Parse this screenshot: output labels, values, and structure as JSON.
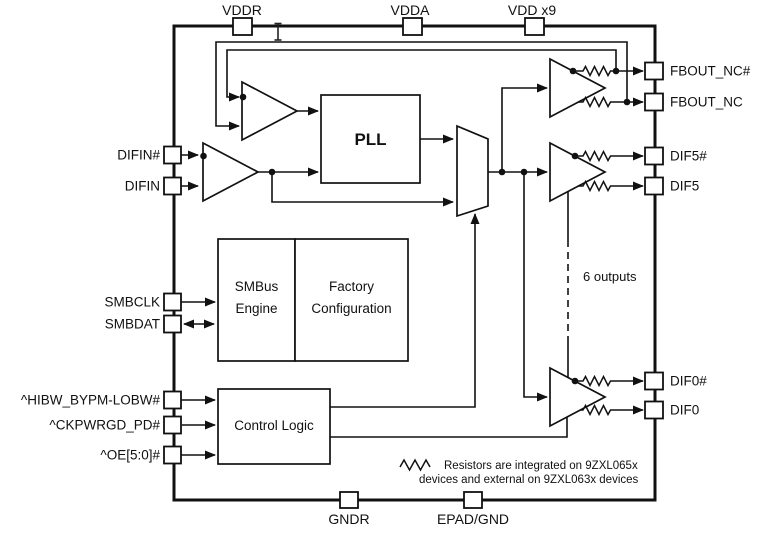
{
  "diagram": {
    "kind": "ic-block-diagram",
    "colors": {
      "ink": "#111111",
      "background": "#ffffff"
    },
    "pins": {
      "top": [
        {
          "label": "VDDR"
        },
        {
          "label": "VDDA"
        },
        {
          "label": "VDD x9"
        }
      ],
      "bottom": [
        {
          "label": "GNDR"
        },
        {
          "label": "EPAD/GND"
        }
      ],
      "left": [
        {
          "label": "DIFIN#"
        },
        {
          "label": "DIFIN"
        },
        {
          "label": "SMBCLK"
        },
        {
          "label": "SMBDAT"
        },
        {
          "label": "^HIBW_BYPM-LOBW#"
        },
        {
          "label": "^CKPWRGD_PD#"
        },
        {
          "label": "^OE[5:0]#"
        }
      ],
      "right": [
        {
          "label": "FBOUT_NC#"
        },
        {
          "label": "FBOUT_NC"
        },
        {
          "label": "DIF5#"
        },
        {
          "label": "DIF5"
        },
        {
          "label": "DIF0#"
        },
        {
          "label": "DIF0"
        }
      ]
    },
    "blocks": {
      "pll": {
        "label": "PLL"
      },
      "smbus": {
        "line1": "SMBus",
        "line2": "Engine"
      },
      "factory": {
        "line1": "Factory",
        "line2": "Configuration"
      },
      "control": {
        "label": "Control Logic"
      }
    },
    "annotations": {
      "outputs_note": "6 outputs",
      "legend_line1": "Resistors are integrated on 9ZXL065x",
      "legend_line2": "devices and external on 9ZXL063x devices"
    }
  }
}
